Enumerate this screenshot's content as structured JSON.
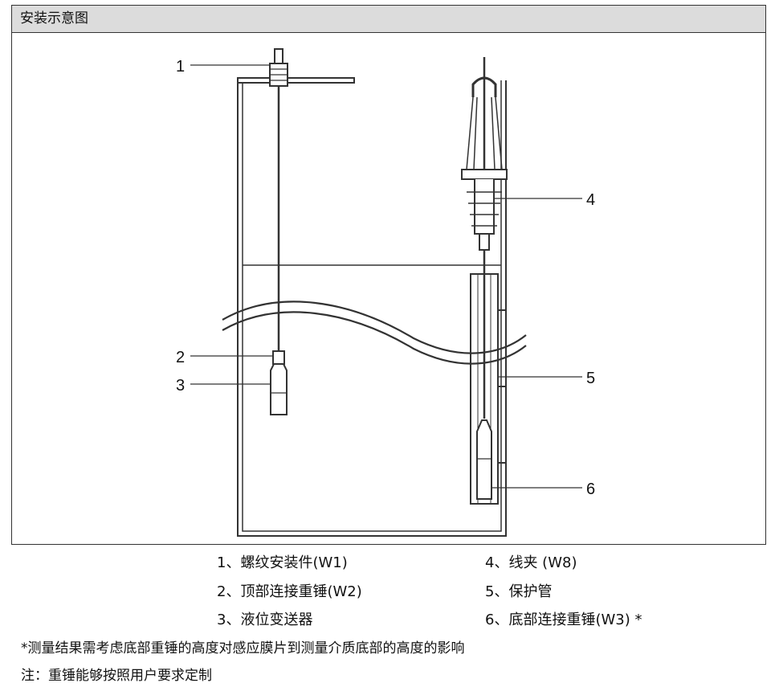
{
  "header": {
    "title": "安装示意图"
  },
  "callouts": [
    "1",
    "2",
    "3",
    "4",
    "5",
    "6"
  ],
  "legend": {
    "items": [
      "1、螺纹安装件(W1)",
      "2、顶部连接重锤(W2)",
      "3、液位变送器",
      "4、线夹 (W8)",
      "5、保护管",
      "6、底部连接重锤(W3) *"
    ]
  },
  "notes": {
    "measurement": "*测量结果需考虑底部重锤的高度对感应膜片到测量介质底部的高度的影响",
    "custom": "注：重锤能够按照用户要求定制"
  }
}
